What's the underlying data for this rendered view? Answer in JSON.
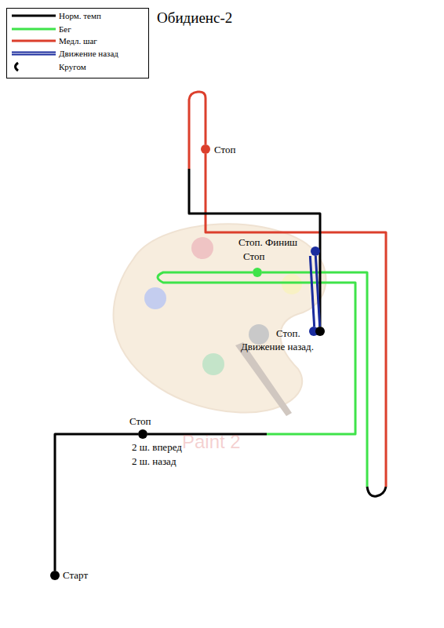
{
  "diagram": {
    "title": "Обидиенс-2",
    "nodes": [
      {
        "text": [
          "Старт"
        ]
      },
      {
        "text": [
          "Стоп",
          "2 ш. вперед",
          "2 ш. назад"
        ]
      },
      {
        "text": [
          "Стоп"
        ]
      },
      {
        "text": [
          "Стоп"
        ]
      },
      {
        "text": [
          "Стоп.",
          "Движение назад."
        ]
      },
      {
        "text": [
          "Стоп. Финиш"
        ]
      }
    ],
    "edges": [
      {
        "from": 0,
        "to": 1,
        "arrow": "none"
      },
      {
        "from": 1,
        "to": 2,
        "arrow": "none"
      },
      {
        "from": 2,
        "to": 3,
        "arrow": "none"
      },
      {
        "from": 3,
        "to": 4,
        "arrow": "none"
      },
      {
        "from": 4,
        "to": 5,
        "arrow": "none"
      }
    ],
    "labels": [
      "Paint 2"
    ],
    "legend": [
      {
        "text": "Норм. темп"
      },
      {
        "text": "Бег"
      },
      {
        "text": "Медл. шаг"
      },
      {
        "text": "Движение назад"
      },
      {
        "text": "Кругом"
      }
    ]
  }
}
